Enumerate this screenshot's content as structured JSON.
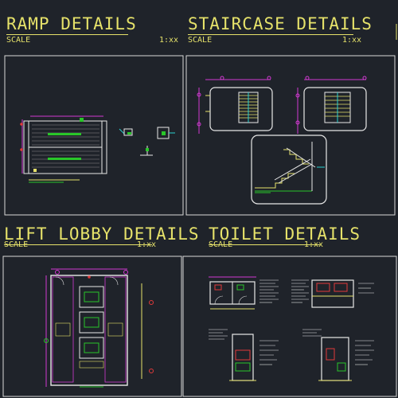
{
  "sections": [
    {
      "title": "RAMP DETAILS",
      "scale_label": "SCALE",
      "scale_value": "1:xx"
    },
    {
      "title": "STAIRCASE DETAILS",
      "scale_label": "SCALE",
      "scale_value": "1:xx"
    },
    {
      "title": "LIFT LOBBY DETAILS",
      "scale_label": "SCALE",
      "scale_value": "1:xx"
    },
    {
      "title": "TOILET DETAILS",
      "scale_label": "SCALE",
      "scale_value": "1:xx"
    }
  ],
  "colors": {
    "background": "#1f232a",
    "title": "#e6e26a",
    "frame": "#d8d8d8",
    "wall": "#e8e8e8",
    "magenta": "#d23ad2",
    "green": "#29c629",
    "cyan": "#2ad0d0",
    "yellow": "#e6e26a",
    "red": "#e03a3a"
  }
}
